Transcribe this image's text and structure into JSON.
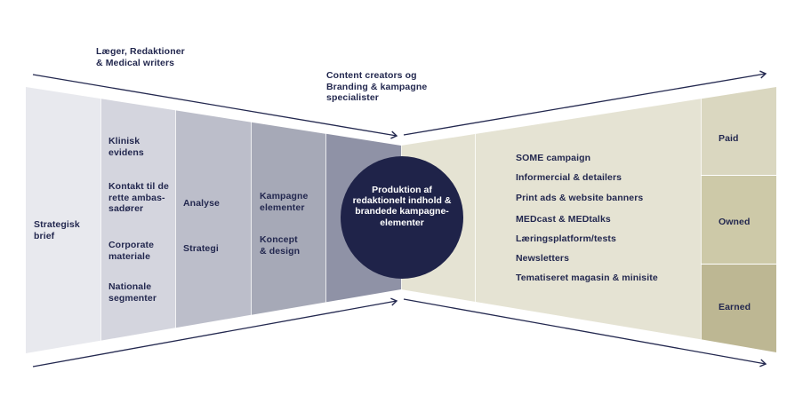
{
  "colors": {
    "text": "#23284f",
    "circle": "#1f2349",
    "arrow": "#23284f",
    "panel_1": "#e8e9ee",
    "panel_2": "#d4d5de",
    "panel_3": "#bcbeca",
    "panel_4": "#a6a9b7",
    "panel_5": "#8f92a6",
    "beige": "#e5e3d3",
    "paid": "#dad7c0",
    "owned": "#cdc9a8",
    "earned": "#bdb793"
  },
  "labels": {
    "left_group": "Læger, Redaktioner\n& Medical writers",
    "right_group": "Content creators og\nBranding & kampagne\nspecialister"
  },
  "left_funnel": {
    "column_1": {
      "items": [
        "Strategisk\nbrief"
      ]
    },
    "column_2": {
      "items": [
        "Klinisk\nevidens",
        "Kontakt til de\nrette ambas-\nsadører",
        "Corporate\nmateriale",
        "Nationale\nsegmenter"
      ]
    },
    "column_3": {
      "items": [
        "Analyse",
        "Strategi"
      ]
    },
    "column_4": {
      "items": [
        "Kampagne\nelementer",
        "Koncept\n& design"
      ]
    }
  },
  "center": {
    "text": "Produktion af redaktionelt indhold & brandede kampagne-elementer"
  },
  "right_funnel": {
    "channels": [
      "SOME campaign",
      "Informercial & detailers",
      "Print ads & website banners",
      "MEDcast & MEDtalks",
      "Læringsplatform/tests",
      "Newsletters",
      "Tematiseret magasin & minisite"
    ],
    "media_types": [
      "Paid",
      "Owned",
      "Earned"
    ]
  }
}
